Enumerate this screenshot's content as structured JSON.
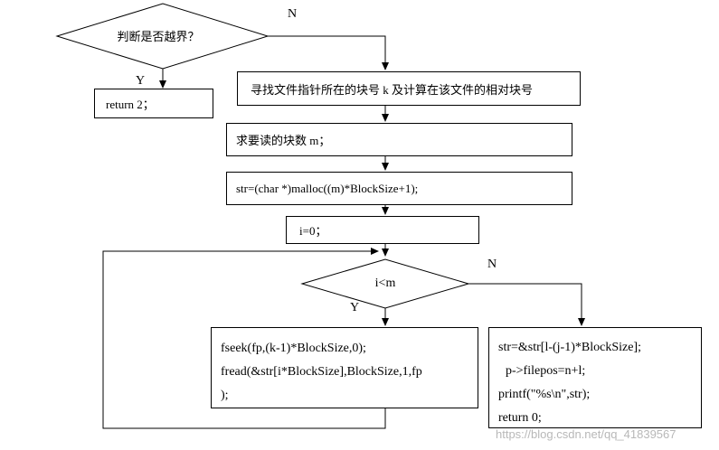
{
  "diamond1": {
    "text": "判断是否越界？"
  },
  "yes1": "Y",
  "no1": "N",
  "box_return2": "return   2；",
  "box_find": "寻找文件指针所在的块号  k  及计算在该文件的相对块号",
  "box_blocks": "求要读的块数 m；",
  "box_malloc": "str=(char *)malloc((m)*BlockSize+1);",
  "box_init": "i=0；",
  "diamond2": {
    "text": "i<m"
  },
  "yes2": "Y",
  "no2": "N",
  "box_loop": [
    "fseek(fp,(k-1)*BlockSize,0);",
    "fread(&str[i*BlockSize],BlockSize,1,fp",
    ");"
  ],
  "box_end": [
    "str=&str[l-(j-1)*BlockSize];",
    "  p->filepos=n+l;",
    "printf(\"%s\\n\",str);",
    "return    0;"
  ],
  "watermark": "https://blog.csdn.net/qq_41839567"
}
